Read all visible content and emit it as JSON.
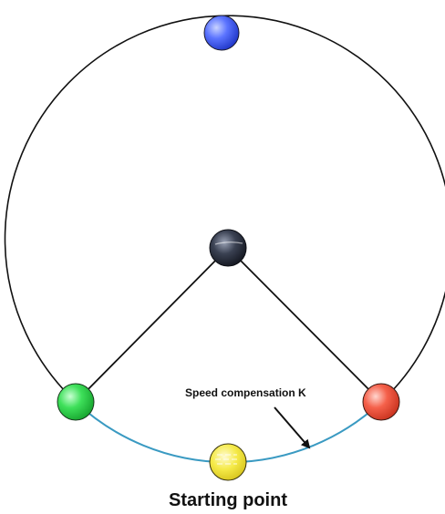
{
  "diagram": {
    "annotation": "Speed compensation K",
    "caption": "Starting point",
    "colors": {
      "circle_outline": "#111111",
      "compensation_arc": "#3a9ac2",
      "ball_top": "#3d5cff",
      "ball_center": "#2a2f3e",
      "ball_left": "#2fd94a",
      "ball_right": "#f0533e",
      "ball_bottom": "#f2e53a"
    },
    "balls": [
      {
        "name": "top",
        "color": "blue"
      },
      {
        "name": "center",
        "color": "dark-gray"
      },
      {
        "name": "left",
        "color": "green"
      },
      {
        "name": "right",
        "color": "red"
      },
      {
        "name": "bottom",
        "color": "yellow"
      }
    ]
  }
}
